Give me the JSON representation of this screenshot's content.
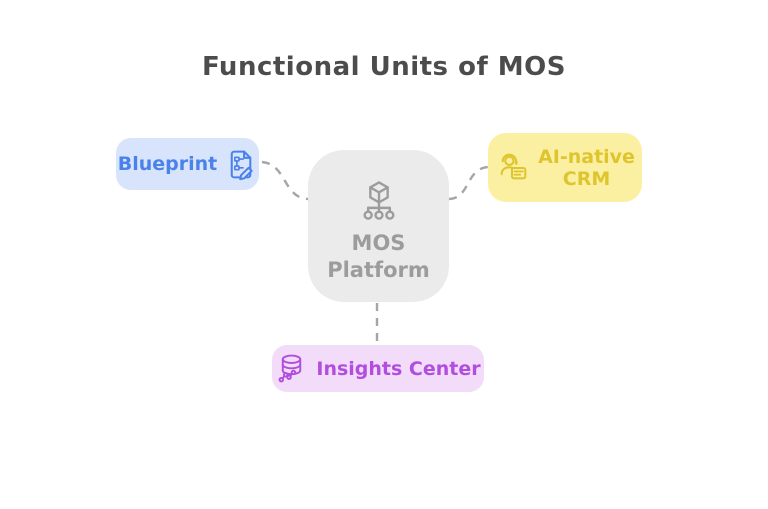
{
  "title": "Functional Units of MOS",
  "platform": {
    "name": "MOS Platform",
    "label_line1": "MOS",
    "label_line2": "Platform",
    "icon": "cube-hierarchy-icon",
    "bg_color": "#ebebeb",
    "text_color": "#9c9c9c"
  },
  "units": [
    {
      "name": "Blueprint",
      "label": "Blueprint",
      "icon": "document-edit-icon",
      "bg_color": "#d8e4fb",
      "text_color": "#4a82e9"
    },
    {
      "name": "AI-native CRM",
      "label_line1": "AI-native",
      "label_line2": "CRM",
      "icon": "support-agent-card-icon",
      "bg_color": "#fbf0a2",
      "text_color": "#dfc52d"
    },
    {
      "name": "Insights Center",
      "label": "Insights Center",
      "icon": "database-analytics-icon",
      "bg_color": "#f3dcfa",
      "text_color": "#b14ee0"
    }
  ],
  "connectors": {
    "color": "#a5a5a5",
    "style": "dashed",
    "links": [
      {
        "from": "Blueprint",
        "to": "MOS Platform"
      },
      {
        "from": "MOS Platform",
        "to": "AI-native CRM"
      },
      {
        "from": "MOS Platform",
        "to": "Insights Center"
      }
    ]
  }
}
